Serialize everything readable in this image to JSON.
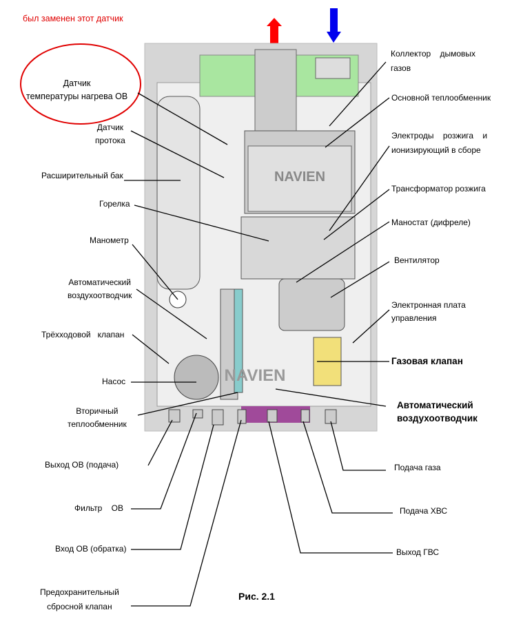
{
  "note": "был заменен этот датчик",
  "figure_caption": "Рис. 2.1",
  "logo": "NAVIEN",
  "labels_left": {
    "sensor_temp": "Датчик\nтемпературы нагрева ОВ",
    "flow_sensor": "Датчик\nпротока",
    "expansion_tank": "Расширительный бак",
    "burner": "Горелка",
    "manometer": "Манометр",
    "air_vent": "Автоматический\nвоздухоотводчик",
    "three_way_valve": "Трёхходовой   клапан",
    "pump": "Насос",
    "secondary_hx": "Вторичный\nтеплообменник",
    "heating_out": "Выход ОВ (подача)",
    "heating_filter": "Фильтр    ОВ",
    "heating_in": "Вход ОВ (обратка)",
    "safety_valve": "Предохранительный\nсбросной клапан"
  },
  "labels_right": {
    "flue_collector": "Коллектор    дымовых\nгазов",
    "main_hx": "Основной теплообменник",
    "electrodes": "Электроды    розжига    и\nионизирующий в сборе",
    "ignition_transformer": "Трансформатор розжига",
    "manostat": "Маностат (дифреле)",
    "fan": "Вентилятор",
    "control_board": "Электронная плата\nуправления",
    "gas_valve": "Газовая клапан",
    "air_vent2": "Автоматический\nвоздухоотводчик",
    "gas_in": "Подача газа",
    "cold_water_in": "Подача ХВС",
    "dhw_out": "Выход ГВС"
  },
  "colors": {
    "hot_arrow": "#ff0000",
    "cold_arrow": "#0000ee",
    "annotation": "#e00000"
  }
}
